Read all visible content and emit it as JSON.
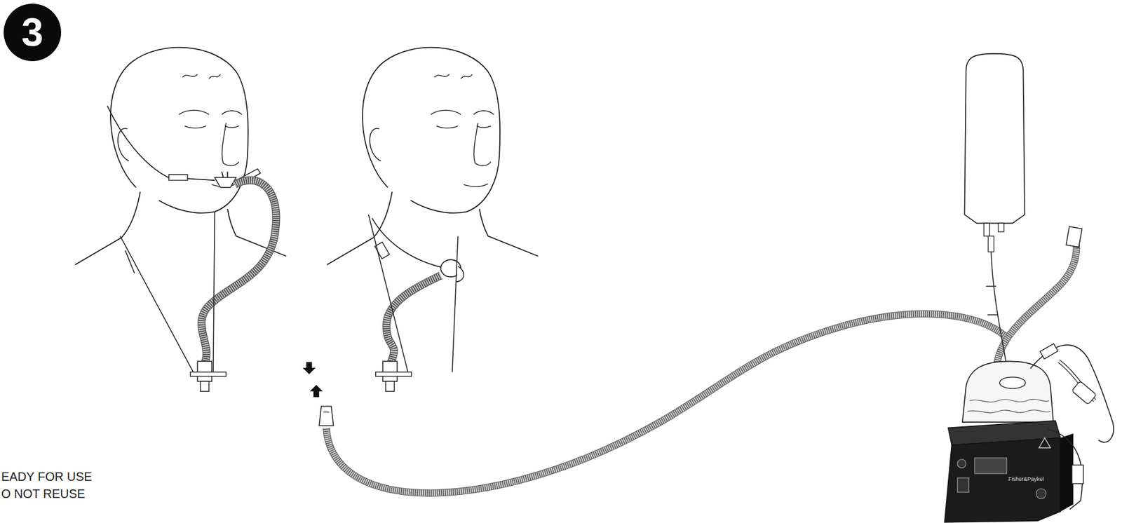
{
  "diagram": {
    "nodes": [
      {
        "text": [
          "3"
        ]
      }
    ],
    "labels": [
      "EADY FOR USE",
      "O NOT REUSE",
      "Fisher&Paykel"
    ]
  }
}
